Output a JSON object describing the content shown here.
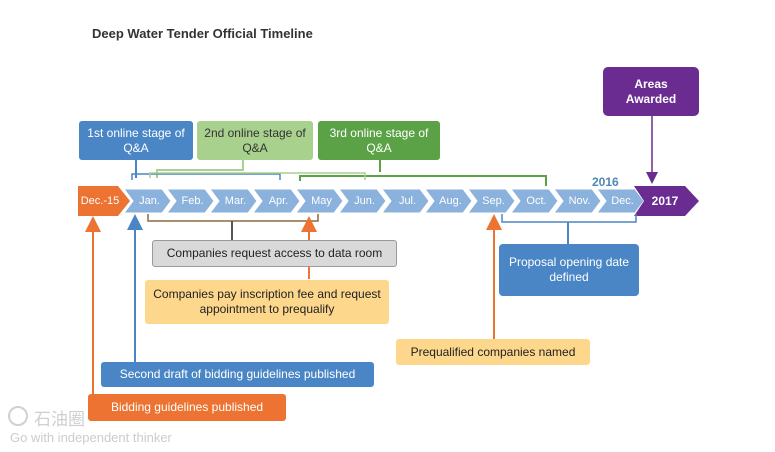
{
  "title": "Deep Water Tender Official Timeline",
  "start_label": "Dec.-15",
  "months": [
    "Jan.",
    "Feb.",
    "Mar.",
    "Apr.",
    "May",
    "Jun.",
    "Jul.",
    "Aug.",
    "Sep.",
    "Oct.",
    "Nov.",
    "Dec."
  ],
  "year_label": "2016",
  "end_label": "2017",
  "awarded_label": "Areas Awarded",
  "stages": {
    "first": "1st online stage of Q&A",
    "second": "2nd online stage of Q&A",
    "third": "3rd online stage of Q&A"
  },
  "events": {
    "data_room": "Companies request access to data room",
    "inscription_fee": "Companies pay inscription fee and request appointment to prequalify",
    "second_draft": "Second draft of bidding guidelines published",
    "guidelines_published": "Bidding guidelines published",
    "prequalified": "Prequalified companies named",
    "proposal_opening": "Proposal opening date defined"
  },
  "watermark": {
    "chinese": "石油圈",
    "english": "Go with independent thinker"
  },
  "colors": {
    "blue_box": "#4a86c5",
    "light_green_box": "#a9d18e",
    "green_box": "#5ba246",
    "purple": "#6a2c91",
    "orange": "#ec7332",
    "gray_box": "#d9d9d9",
    "yellow_box": "#fdd78c",
    "month_arrow": "#8bb2dc"
  }
}
